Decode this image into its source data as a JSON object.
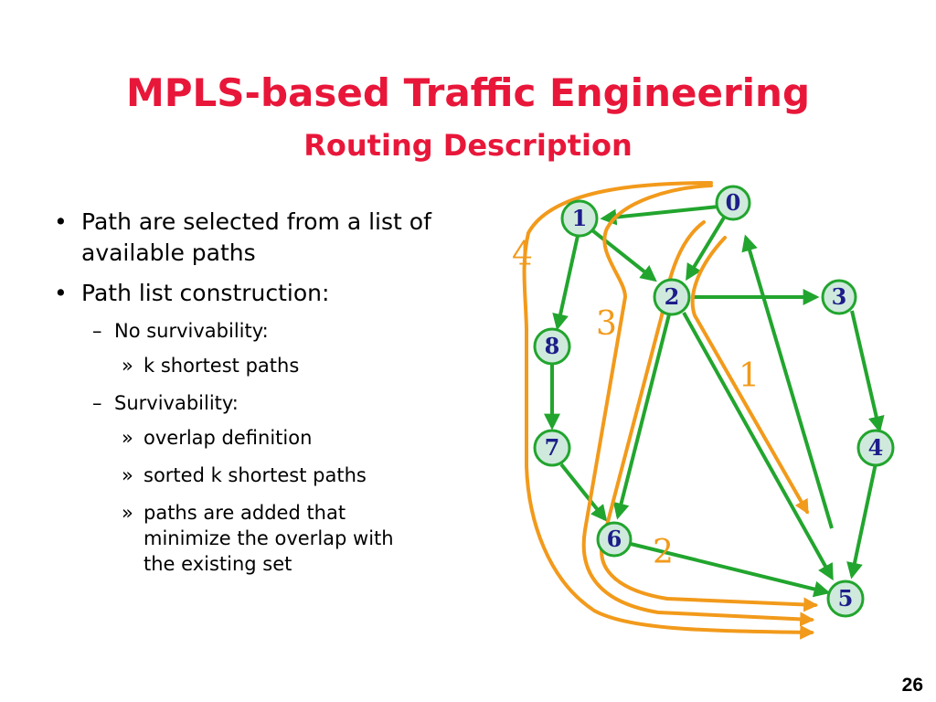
{
  "slide": {
    "title": "MPLS-based Traffic Engineering",
    "subtitle": "Routing Description",
    "page_number": "26"
  },
  "bullets": [
    {
      "level": 1,
      "mark": "•",
      "text": "Path are selected from a list of available paths"
    },
    {
      "level": 1,
      "mark": "•",
      "text": "Path list construction:"
    },
    {
      "level": 2,
      "mark": "–",
      "text": "No survivability:"
    },
    {
      "level": 3,
      "mark": "»",
      "text": "k shortest paths"
    },
    {
      "level": 2,
      "mark": "–",
      "text": "Survivability:"
    },
    {
      "level": 3,
      "mark": "»",
      "text": "overlap definition"
    },
    {
      "level": 3,
      "mark": "»",
      "text": "sorted k shortest paths"
    },
    {
      "level": 3,
      "mark": "»",
      "text": "paths are added that minimize the overlap with the existing set"
    }
  ],
  "diagram": {
    "nodes": [
      "0",
      "1",
      "2",
      "3",
      "4",
      "5",
      "6",
      "7",
      "8"
    ],
    "path_labels": [
      "1",
      "2",
      "3",
      "4"
    ],
    "colors": {
      "link": "#22a52e",
      "path": "#f29a1b",
      "node_fill": "#cfeadd",
      "node_text": "#1d1d8a",
      "title": "#e8173a"
    }
  }
}
